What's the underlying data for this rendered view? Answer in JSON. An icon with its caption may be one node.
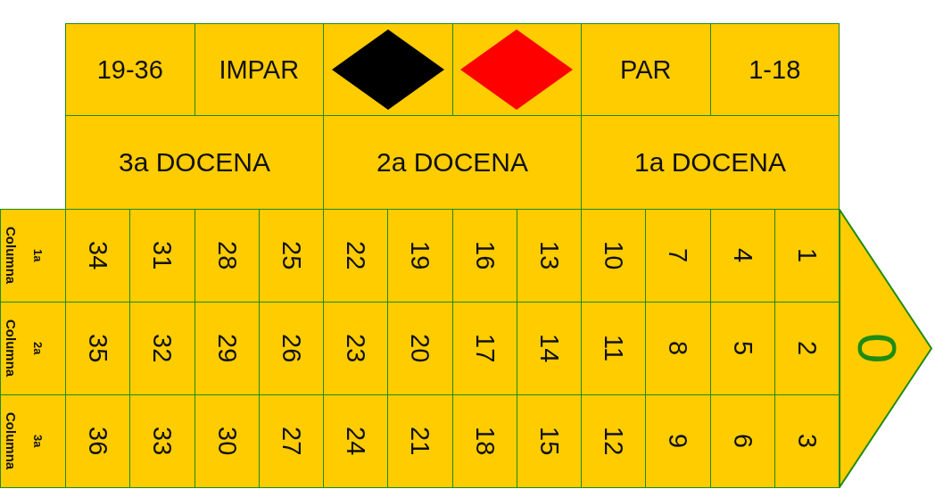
{
  "diagram": {
    "nodes": [
      {
        "text": [
          "19-36"
        ]
      },
      {
        "text": [
          "IMPAR"
        ]
      },
      {
        "text": [],
        "shape": "box"
      },
      {
        "text": [],
        "shape": "box"
      },
      {
        "text": [
          "PAR"
        ]
      },
      {
        "text": [
          "1-18"
        ]
      },
      {
        "text": [
          "3a DOCENA"
        ]
      },
      {
        "text": [
          "2a DOCENA"
        ]
      },
      {
        "text": [
          "1a DOCENA"
        ]
      },
      {
        "text": [
          "Columna",
          "1a"
        ]
      },
      {
        "text": [
          "34"
        ]
      },
      {
        "text": [
          "31"
        ]
      },
      {
        "text": [
          "28"
        ]
      },
      {
        "text": [
          "25"
        ]
      },
      {
        "text": [
          "22"
        ]
      },
      {
        "text": [
          "19"
        ]
      },
      {
        "text": [
          "16"
        ]
      },
      {
        "text": [
          "13"
        ]
      },
      {
        "text": [
          "10"
        ]
      },
      {
        "text": [
          "7"
        ]
      },
      {
        "text": [
          "4"
        ]
      },
      {
        "text": [
          "1"
        ]
      },
      {
        "text": [
          "Columna",
          "2a"
        ]
      },
      {
        "text": [
          "35"
        ]
      },
      {
        "text": [
          "32"
        ]
      },
      {
        "text": [
          "29"
        ]
      },
      {
        "text": [
          "26"
        ]
      },
      {
        "text": [
          "23"
        ]
      },
      {
        "text": [
          "20"
        ]
      },
      {
        "text": [
          "17"
        ]
      },
      {
        "text": [
          "14"
        ]
      },
      {
        "text": [
          "11"
        ]
      },
      {
        "text": [
          "8"
        ]
      },
      {
        "text": [
          "5"
        ]
      },
      {
        "text": [
          "2"
        ]
      },
      {
        "text": [
          "Columna",
          "3a"
        ]
      },
      {
        "text": [
          "36"
        ]
      },
      {
        "text": [
          "33"
        ]
      },
      {
        "text": [
          "30"
        ]
      },
      {
        "text": [
          "27"
        ]
      },
      {
        "text": [
          "24"
        ]
      },
      {
        "text": [
          "21"
        ]
      },
      {
        "text": [
          "18"
        ]
      },
      {
        "text": [
          "15"
        ]
      },
      {
        "text": [
          "12"
        ]
      },
      {
        "text": [
          "9"
        ]
      },
      {
        "text": [
          "6"
        ]
      },
      {
        "text": [
          "3"
        ]
      },
      {
        "text": [
          "0"
        ]
      },
      {
        "text": [],
        "shape": "diamond",
        "in": 2
      },
      {
        "text": [],
        "shape": "diamond",
        "in": 3
      }
    ]
  }
}
